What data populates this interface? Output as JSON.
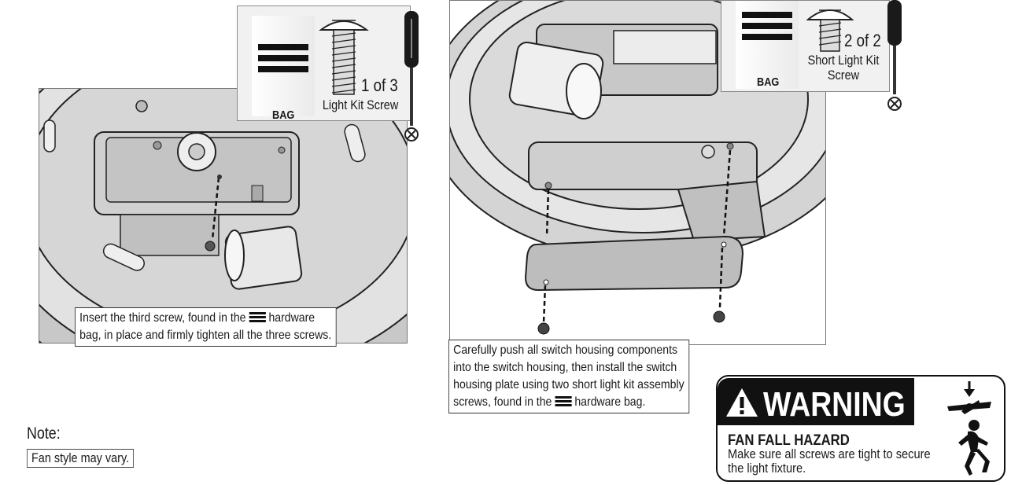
{
  "steps": {
    "left": {
      "caption_pre": "Insert the third screw, found in the",
      "caption_post": "hardware",
      "caption_line2": "bag, in place and firmly tighten all the three screws."
    },
    "right": {
      "line1": "Carefully push all switch housing components",
      "line2": "into the switch housing, then install the switch",
      "line3": "housing plate using two short light kit assembly",
      "line4_pre": "screws, found in the",
      "line4_post": "hardware bag."
    }
  },
  "insets": {
    "left": {
      "bag_label": "BAG",
      "count": "1 of 3",
      "screw_label": "Light Kit Screw"
    },
    "right": {
      "bag_label": "BAG",
      "count": "2 of 2",
      "screw_label_1": "Short Light Kit",
      "screw_label_2": "Screw"
    }
  },
  "note": {
    "label": "Note:",
    "text": "Fan style may vary."
  },
  "warning": {
    "title": "WARNING",
    "hazard": "FAN FALL HAZARD",
    "line1": "Make sure all screws are tight to secure",
    "line2": "the light fixture."
  },
  "icons": [
    "hardware-bag-icon",
    "screw-icon",
    "screwdriver-icon",
    "warning-triangle-icon",
    "falling-fan-person-icon",
    "crossed-circle-icon"
  ],
  "colors": {
    "panel_bg": "#d9d9d9",
    "line": "#111111"
  }
}
